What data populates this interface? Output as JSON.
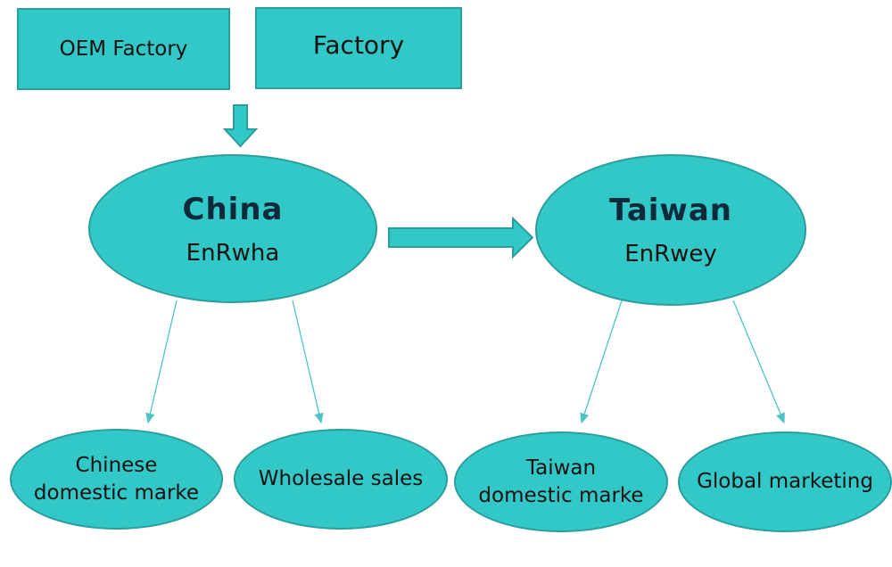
{
  "top": {
    "oem_factory": "OEM Factory",
    "factory": "Factory"
  },
  "china": {
    "title": "China",
    "subtitle": "EnRwha"
  },
  "taiwan": {
    "title": "Taiwan",
    "subtitle": "EnRwey"
  },
  "markets": {
    "chinese_line1": "Chinese",
    "chinese_line2": "domestic marke",
    "wholesale": "Wholesale sales",
    "taiwan_line1": "Taiwan",
    "taiwan_line2": "domestic marke",
    "global": "Global marketing"
  },
  "colors": {
    "fill": "#33c8c8",
    "stroke": "#2a9e9e",
    "connector": "#4cc4c8"
  }
}
